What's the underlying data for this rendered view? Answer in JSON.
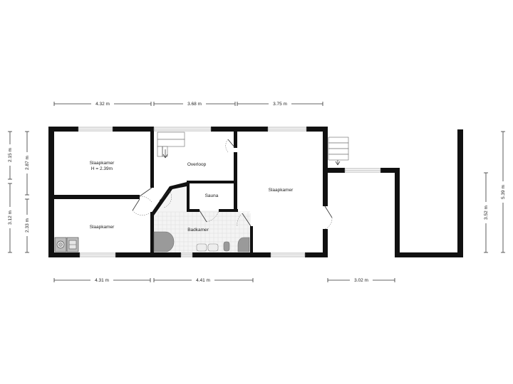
{
  "rooms": [
    {
      "name": "Slaapkamer",
      "note": "H = 2.39m"
    },
    {
      "name": "Slaapkamer"
    },
    {
      "name": "Overloop"
    },
    {
      "name": "Sauna"
    },
    {
      "name": "Badkamer"
    },
    {
      "name": "Slaapkamer"
    }
  ],
  "dimensions": {
    "top": [
      "4.32 m",
      "3.68 m",
      "3.75 m"
    ],
    "bottom": [
      "4.31 m",
      "4.41 m",
      "3.02 m"
    ],
    "left_outer": [
      "2.15 m",
      "3.12 m"
    ],
    "left_inner": [
      "2.87 m",
      "2.33 m"
    ],
    "right": [
      "3.52 m",
      "5.39 m"
    ]
  }
}
